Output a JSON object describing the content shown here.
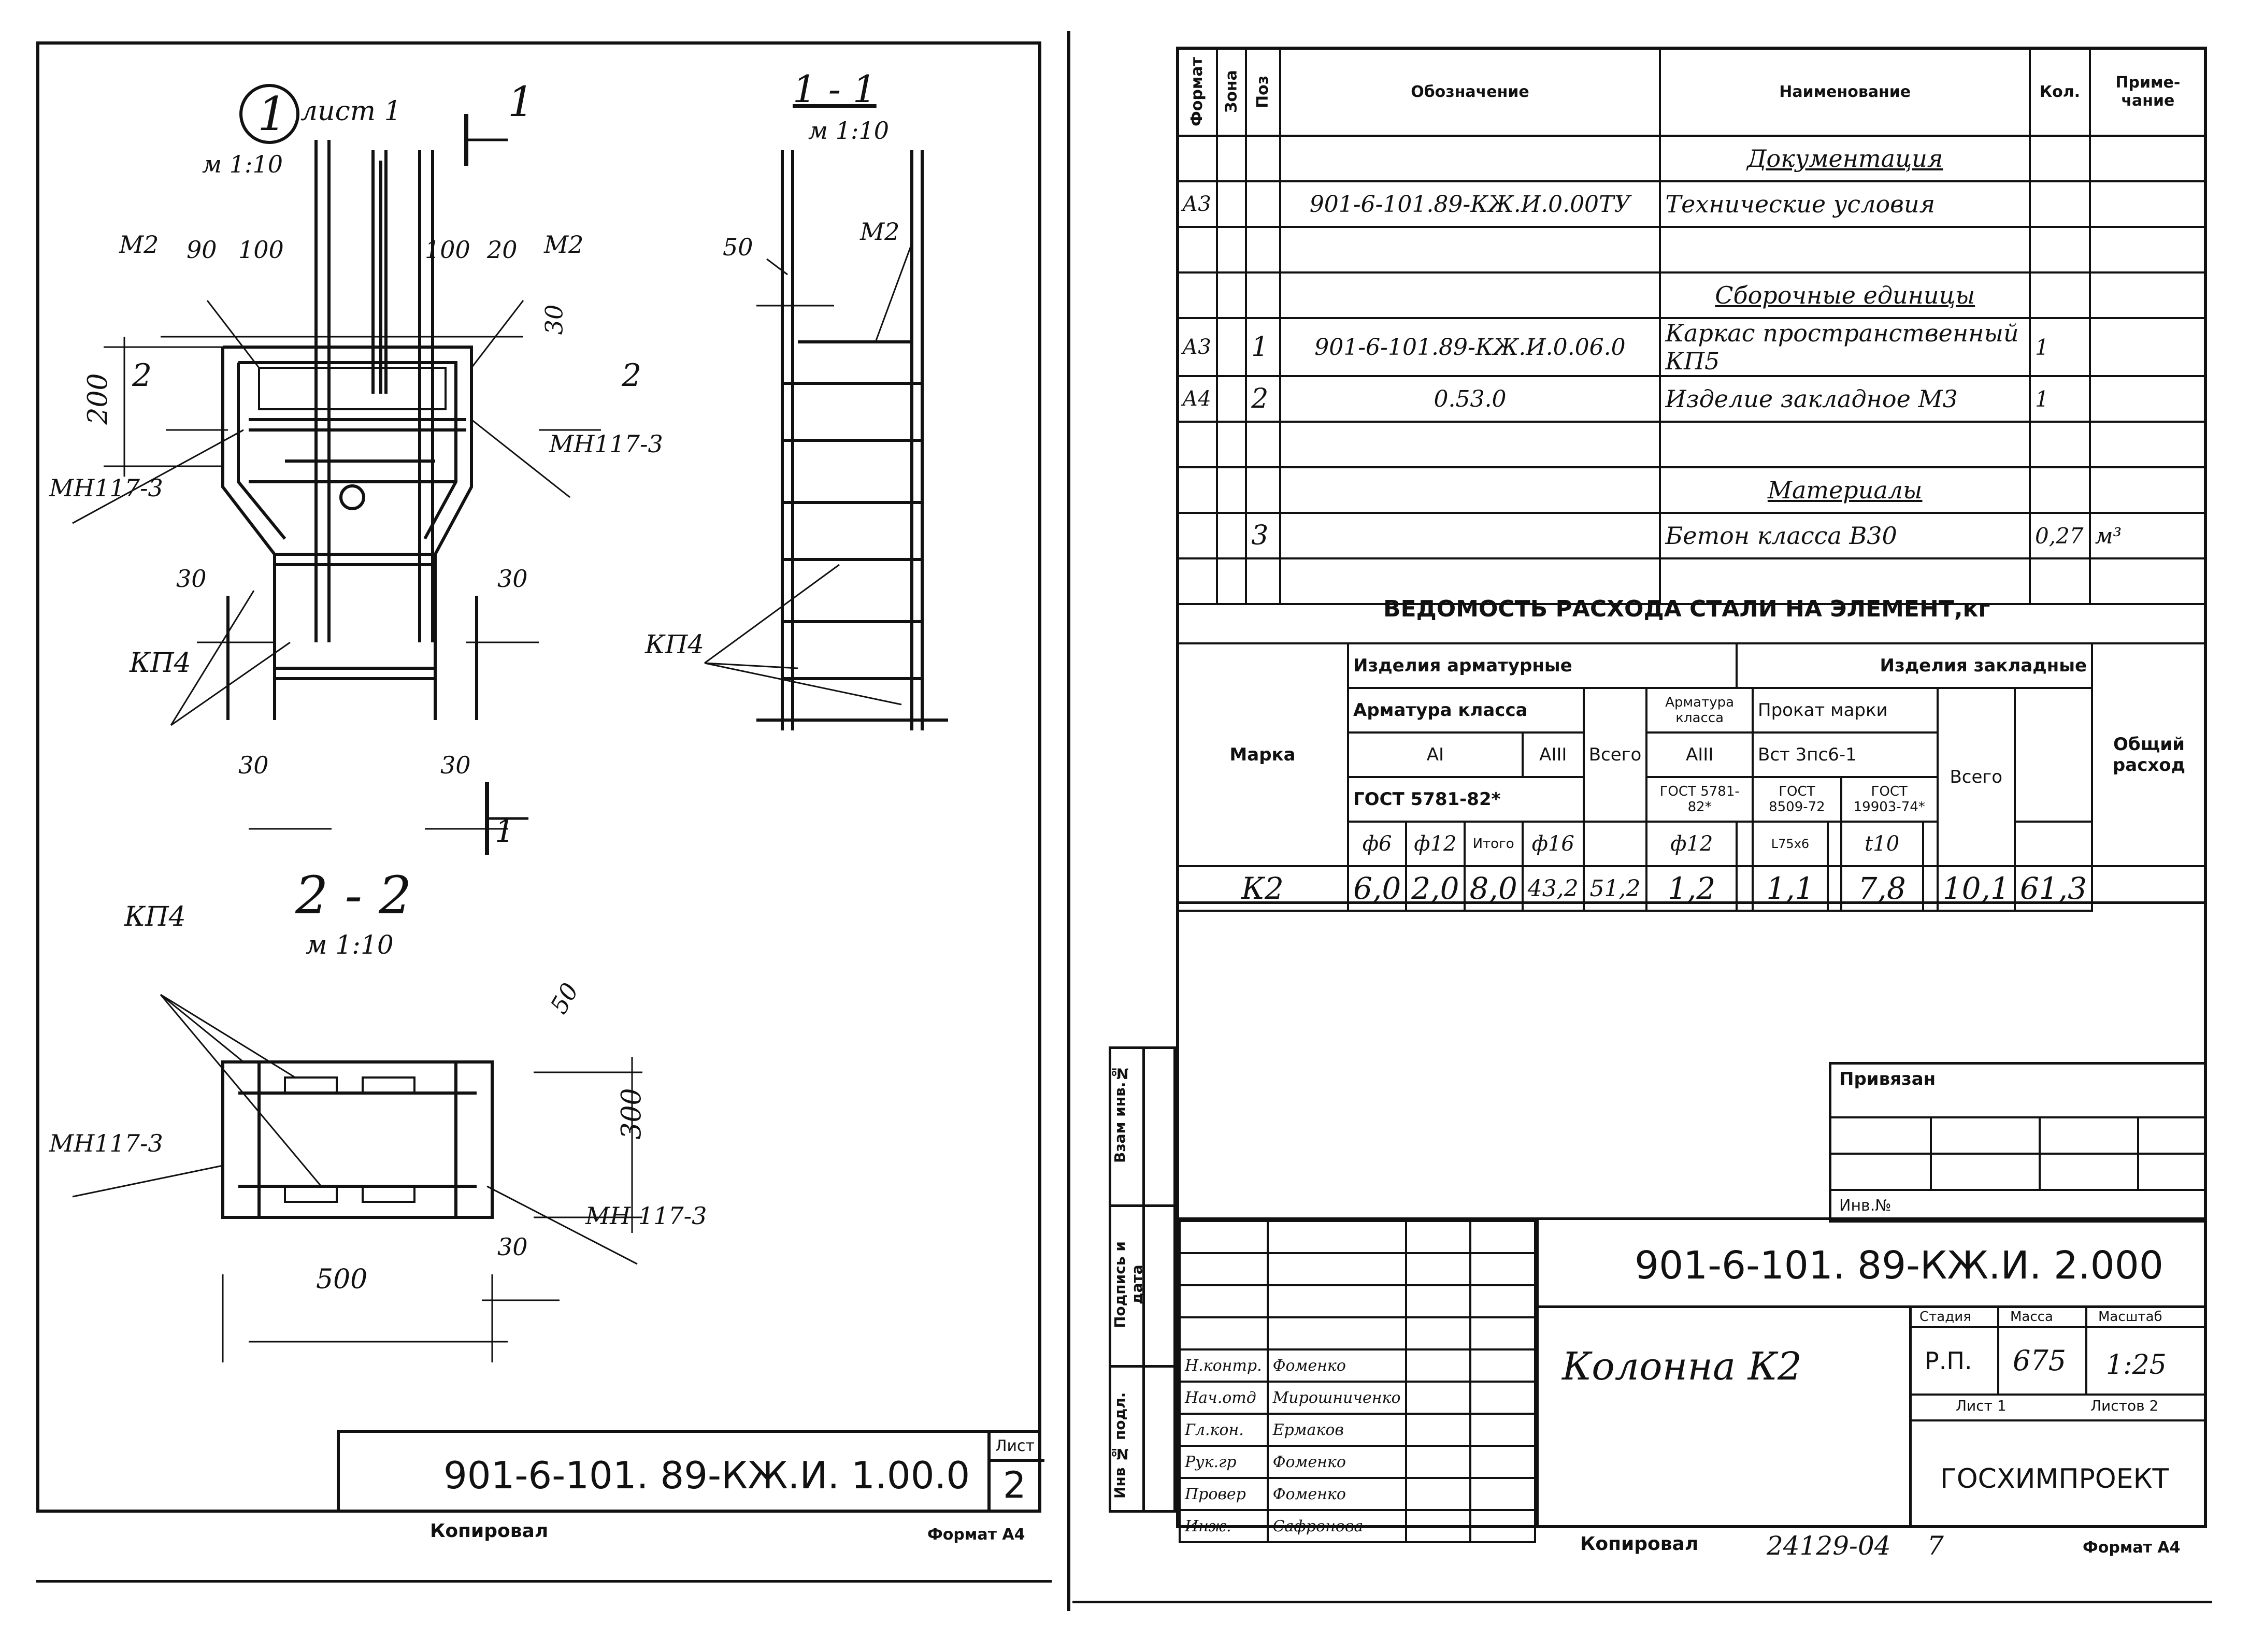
{
  "sheet1": {
    "view1": {
      "num": "1",
      "sheet_ref": "лист 1",
      "scale": "м 1:10"
    },
    "section_arrow_top": "1",
    "section_arrow_bottom": "1",
    "dims": {
      "m2_left": "М2",
      "d90": "90",
      "d100_l": "100",
      "d100_r": "100",
      "d20": "20",
      "m2_right": "М2",
      "d30_top": "30",
      "d200": "200",
      "sec2_l": "2",
      "sec2_r": "2",
      "mn_left": "МН117-3",
      "mn_right": "МН117-3",
      "d30_l": "30",
      "d30_r": "30",
      "kp4": "КП4",
      "d30_bl": "30",
      "d30_br": "30"
    },
    "view11": {
      "title": "1 - 1",
      "scale": "м 1:10",
      "d50": "50",
      "m2": "М2",
      "kp4": "КП4"
    },
    "view22": {
      "title": "2 - 2",
      "scale": "м 1:10",
      "kp4": "КП4",
      "d50": "50",
      "d300": "300",
      "mn_left": "МН117-3",
      "mn_right": "МН 117-3",
      "d30": "30",
      "d500": "500"
    },
    "stamp": {
      "code": "901-6-101. 89-КЖ.И. 1.00.0",
      "sheet_label": "Лист",
      "sheet_num": "2"
    },
    "copied": "Копировал",
    "format": "Формат А4"
  },
  "sheet2": {
    "spec_headers": {
      "format": "Формат",
      "zone": "Зона",
      "pos": "Поз",
      "designation": "Обозначение",
      "name": "Наименование",
      "qty": "Кол.",
      "note": "Приме-\nчание"
    },
    "spec_rows": [
      {
        "fmt": "",
        "pos": "",
        "des": "",
        "name": "Документация",
        "qty": "",
        "note": "",
        "u": true
      },
      {
        "fmt": "А3",
        "pos": "",
        "des": "901-6-101.89-КЖ.И.0.00ТУ",
        "name": "Технические условия",
        "qty": "",
        "note": ""
      },
      {
        "fmt": "",
        "pos": "",
        "des": "",
        "name": "",
        "qty": "",
        "note": ""
      },
      {
        "fmt": "",
        "pos": "",
        "des": "",
        "name": "Сборочные единицы",
        "qty": "",
        "note": "",
        "u": true
      },
      {
        "fmt": "А3",
        "pos": "1",
        "des": "901-6-101.89-КЖ.И.0.06.0",
        "name": "Каркас пространственный КП5",
        "qty": "1",
        "note": ""
      },
      {
        "fmt": "А4",
        "pos": "2",
        "des": "0.53.0",
        "name": "Изделие закладное   М3",
        "qty": "1",
        "note": ""
      },
      {
        "fmt": "",
        "pos": "",
        "des": "",
        "name": "",
        "qty": "",
        "note": ""
      },
      {
        "fmt": "",
        "pos": "",
        "des": "",
        "name": "Материалы",
        "qty": "",
        "note": "",
        "u": true
      },
      {
        "fmt": "",
        "pos": "3",
        "des": "",
        "name": "Бетон  класса В30",
        "qty": "0,27",
        "note": "м³"
      },
      {
        "fmt": "",
        "pos": "",
        "des": "",
        "name": "",
        "qty": "",
        "note": ""
      }
    ],
    "steel_title": "ВЕДОМОСТЬ РАСХОДА СТАЛИ НА ЭЛЕМЕНТ,кг",
    "steel": {
      "marka": "Марка",
      "arm_items": "Изделия арматурные",
      "emb_items": "Изделия закладные",
      "arm_class": "Арматура класса",
      "a1": "АI",
      "a3": "АIII",
      "gost1": "ГОСТ 5781-82*",
      "vsego": "Всего",
      "arm_class2": "Арматура класса",
      "prokat": "Прокат марки",
      "a3b": "АIII",
      "vst": "Вст 3пс6-1",
      "gost2": "ГОСТ 5781-82*",
      "gost3": "ГОСТ 8509-72",
      "gost4": "ГОСТ 19903-74*",
      "vsego2": "Всего",
      "total": "Общий расход",
      "d6": "ф6",
      "d12": "ф12",
      "itogo": "Итого",
      "d16": "ф16",
      "d12b": "ф12",
      "l75": "L75х6",
      "t10": "t10",
      "row": {
        "mark": "К2",
        "v1": "6,0",
        "v2": "2,0",
        "v3": "8,0",
        "v4": "43,2",
        "v5": "51,2",
        "v6": "1,2",
        "v7": "1,1",
        "v8": "7,8",
        "v9": "10,1",
        "v10": "61,3"
      }
    },
    "side": {
      "vzam": "Взам инв.№",
      "podpis": "Подпись и дата",
      "inv": "Инв № подл."
    },
    "privyazan": "Привязан",
    "inv_no": "Инв.№",
    "title_block": {
      "code": "901-6-101. 89-КЖ.И. 2.000",
      "name": "Колонна К2",
      "stage_l": "Стадия",
      "mass_l": "Масса",
      "scale_l": "Масштаб",
      "stage": "Р.П.",
      "mass": "675",
      "scale": "1:25",
      "sheet_l": "Лист 1",
      "sheets_l": "Листов 2",
      "org": "ГОСХИМПРОЕКТ",
      "people": [
        {
          "role": "Н.контр.",
          "name": "Фоменко"
        },
        {
          "role": "Нач.отд",
          "name": "Мирошниченко"
        },
        {
          "role": "Гл.кон.",
          "name": "Ермаков"
        },
        {
          "role": "Рук.гр",
          "name": "Фоменко"
        },
        {
          "role": "Провер",
          "name": "Фоменко"
        },
        {
          "role": "Инж.",
          "name": "Сафронова"
        }
      ]
    },
    "copied": "Копировал",
    "order": "24129-04",
    "order_num": "7",
    "format": "Формат А4"
  }
}
